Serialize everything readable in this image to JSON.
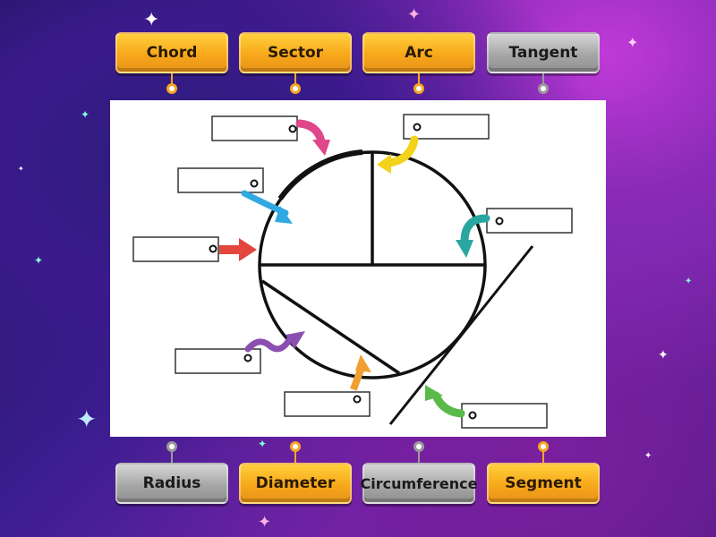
{
  "top_labels": [
    {
      "text": "Chord",
      "color": "gold"
    },
    {
      "text": "Sector",
      "color": "gold"
    },
    {
      "text": "Arc",
      "color": "gold"
    },
    {
      "text": "Tangent",
      "color": "gray"
    }
  ],
  "bottom_labels": [
    {
      "text": "Radius",
      "color": "gray"
    },
    {
      "text": "Diameter",
      "color": "gold"
    },
    {
      "text": "Circumference",
      "color": "gray"
    },
    {
      "text": "Segment",
      "color": "gold"
    }
  ],
  "colors": {
    "gold": "#f5a623",
    "gray": "#9a9a9a",
    "arrow_pink": "#e0468a",
    "arrow_yellow": "#f2d21b",
    "arrow_blue": "#2fa9e0",
    "arrow_teal": "#2aa6a0",
    "arrow_red": "#e2463e",
    "arrow_purple": "#8a4fb0",
    "arrow_orange": "#f0a030",
    "arrow_green": "#5aba4a"
  }
}
